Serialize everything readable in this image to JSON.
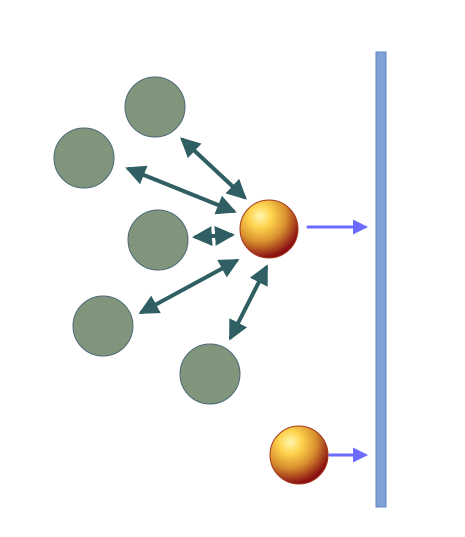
{
  "diagram": {
    "colors": {
      "background": "#ffffff",
      "gray_particle_fill": "#7f9479",
      "gray_particle_stroke": "#4d6a78",
      "interaction_arrow": "#2f5f63",
      "momentum_arrow": "#6b6bff",
      "wall_fill": "#7ea1d6",
      "wall_stroke": "#5f86c4",
      "ball_highlight": "#ffe88a",
      "ball_mid": "#e1a63a",
      "ball_shadow": "#8a0f12"
    },
    "elements": {
      "surrounding_particles": 5,
      "interaction_arrows": 5,
      "colored_spheres": 2,
      "wall": 1,
      "momentum_arrows": 2
    }
  }
}
